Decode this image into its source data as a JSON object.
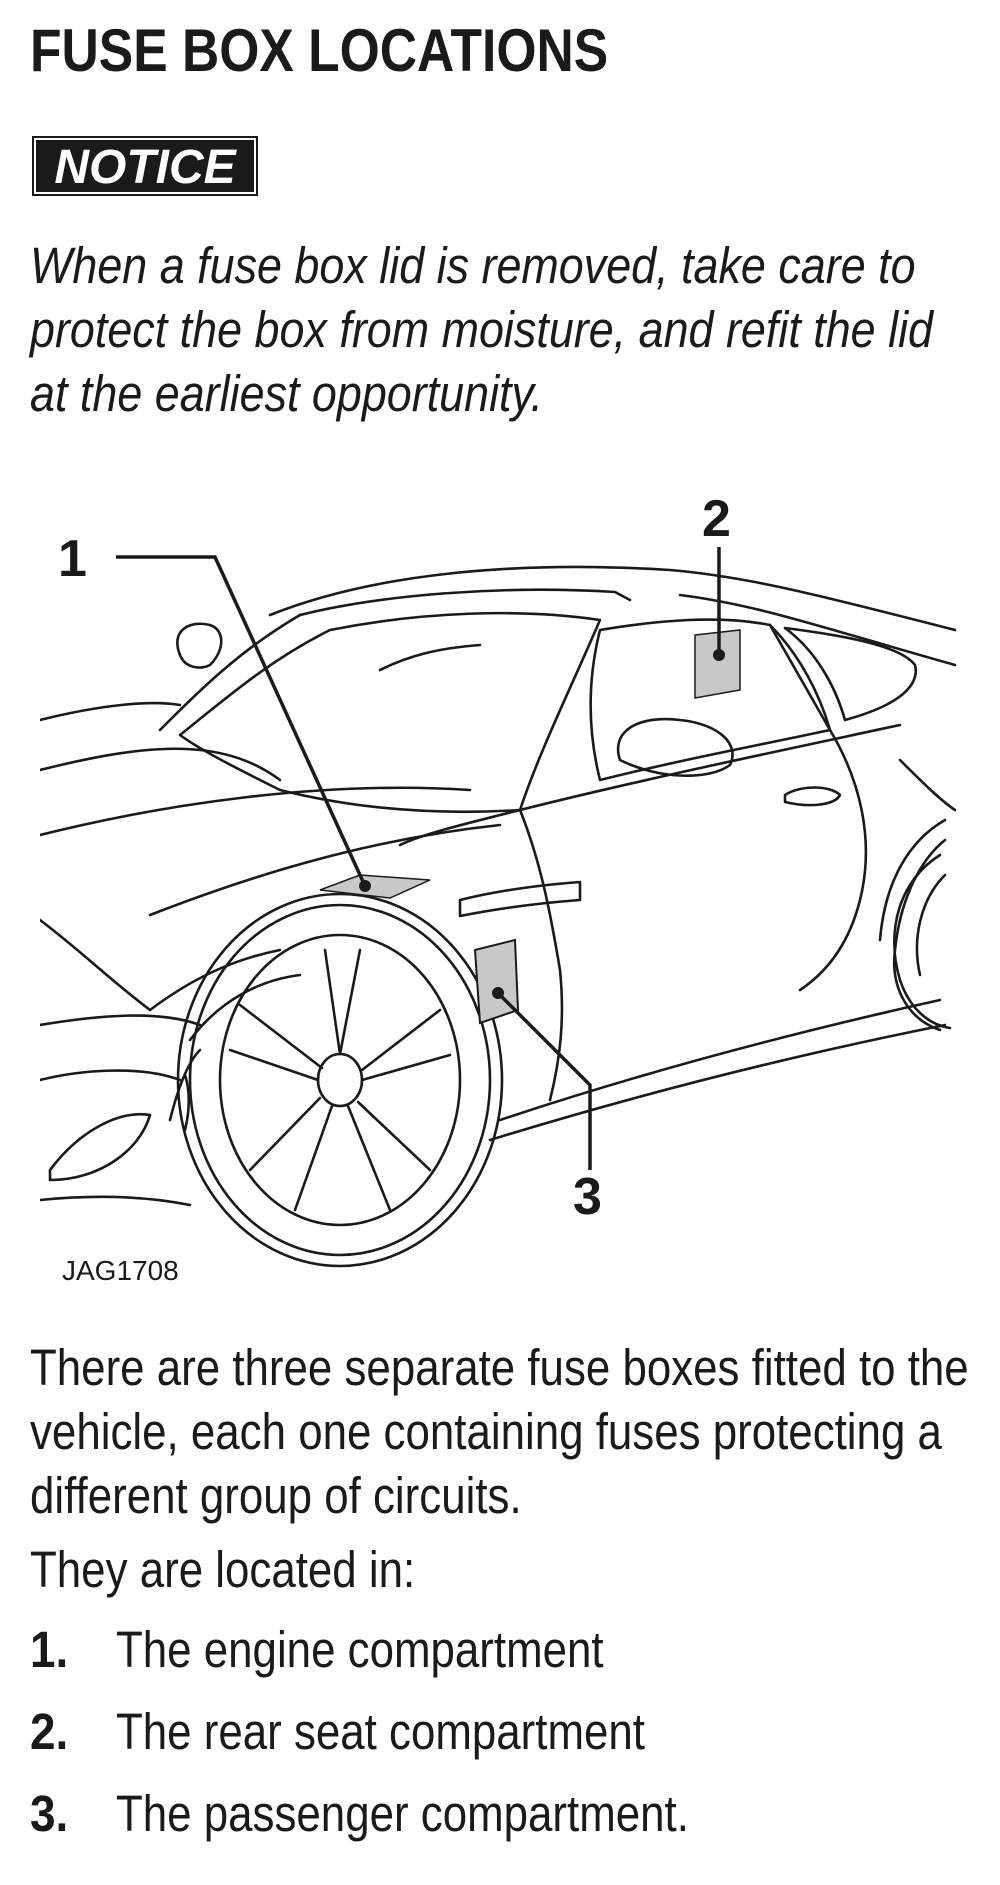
{
  "document": {
    "title": "FUSE BOX LOCATIONS",
    "notice_label": "NOTICE",
    "notice_text": "When a fuse box lid is removed, take care to protect the box from moisture, and refit the lid at the earliest opportunity.",
    "figure": {
      "callouts": [
        "1",
        "2",
        "3"
      ],
      "code": "JAG1708"
    },
    "intro": "There are three separate fuse boxes fitted to the vehicle, each one containing fuses protecting a different group of circuits.",
    "located_lead": "They are located in:",
    "locations": [
      {
        "number": "1.",
        "text": "The engine compartment"
      },
      {
        "number": "2.",
        "text": "The rear seat compartment"
      },
      {
        "number": "3.",
        "text": "The passenger compartment."
      }
    ]
  },
  "colors": {
    "ink": "#1a1a1a",
    "fuse_box_fill": "#c8c8c8",
    "paper": "#ffffff"
  }
}
